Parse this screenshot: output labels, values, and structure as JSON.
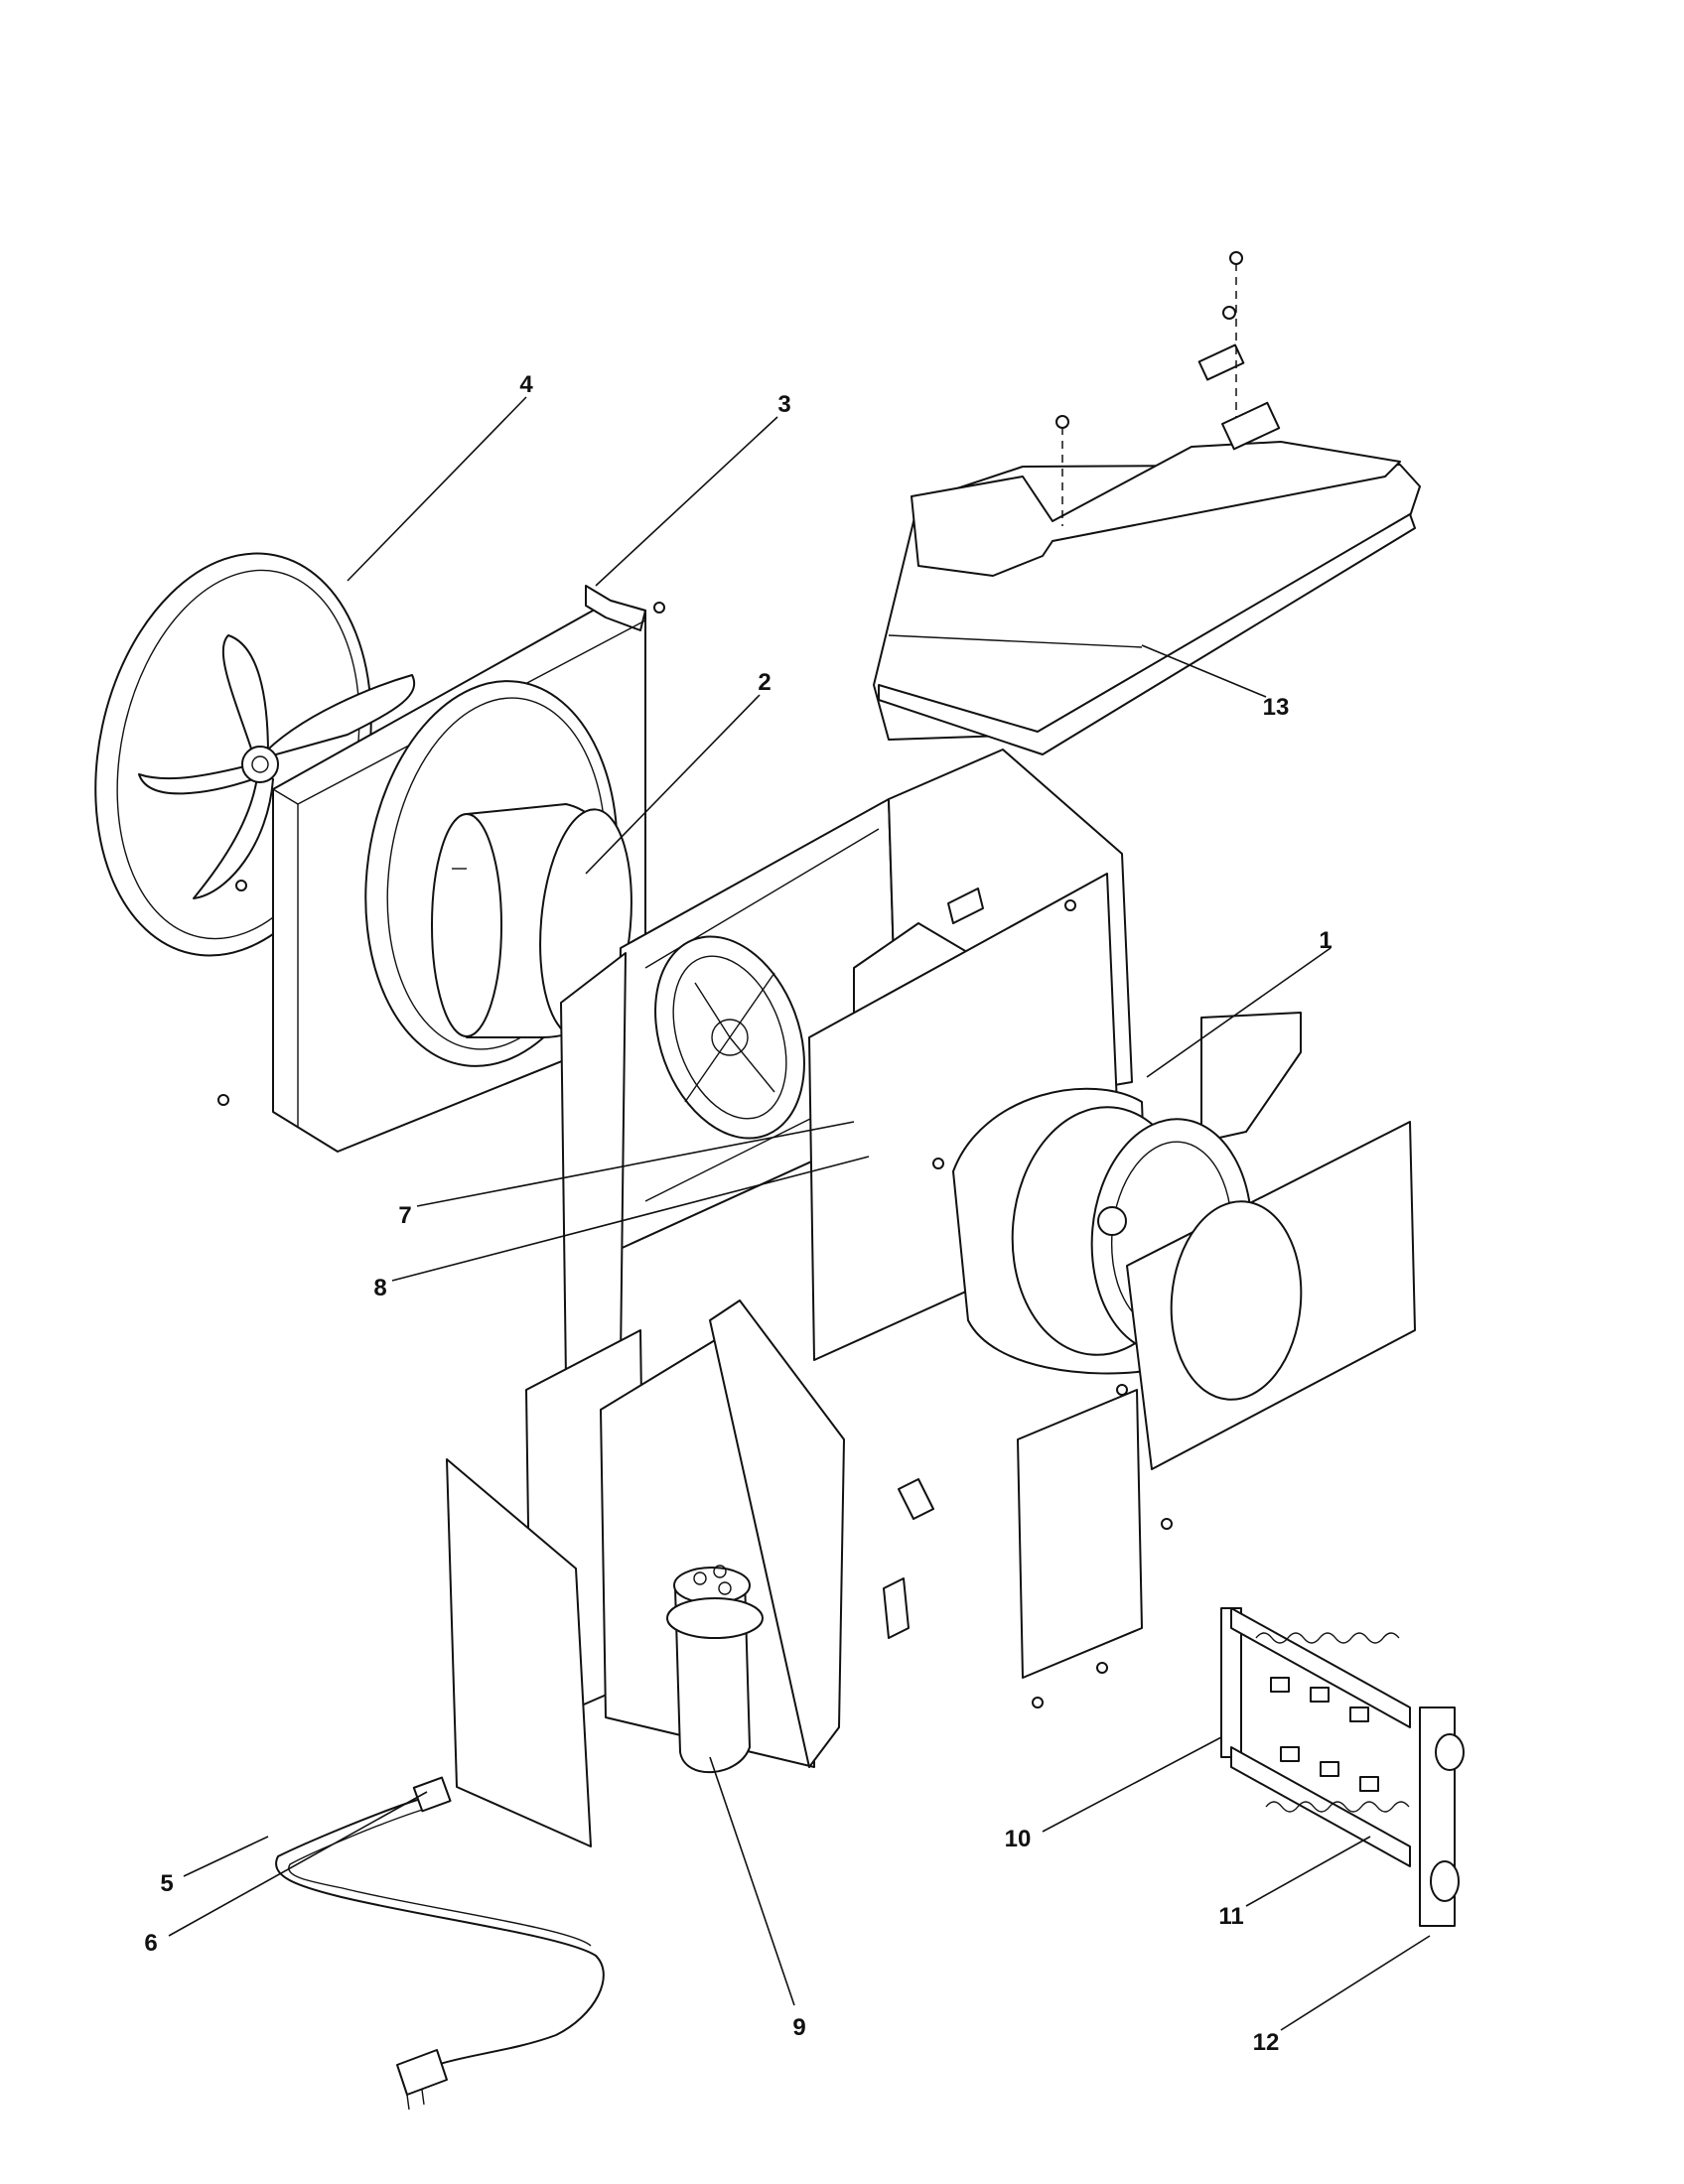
{
  "colors": {
    "line": "#111111",
    "paper": "#ffffff"
  },
  "callouts": [
    {
      "id": "1",
      "text": "1"
    },
    {
      "id": "2",
      "text": "2"
    },
    {
      "id": "3",
      "text": "3"
    },
    {
      "id": "4",
      "text": "4"
    },
    {
      "id": "5",
      "text": "5"
    },
    {
      "id": "6",
      "text": "6"
    },
    {
      "id": "7",
      "text": "7"
    },
    {
      "id": "8",
      "text": "8"
    },
    {
      "id": "9",
      "text": "9"
    },
    {
      "id": "10",
      "text": "10"
    },
    {
      "id": "11",
      "text": "11"
    },
    {
      "id": "12",
      "text": "12"
    },
    {
      "id": "13",
      "text": "13"
    }
  ]
}
